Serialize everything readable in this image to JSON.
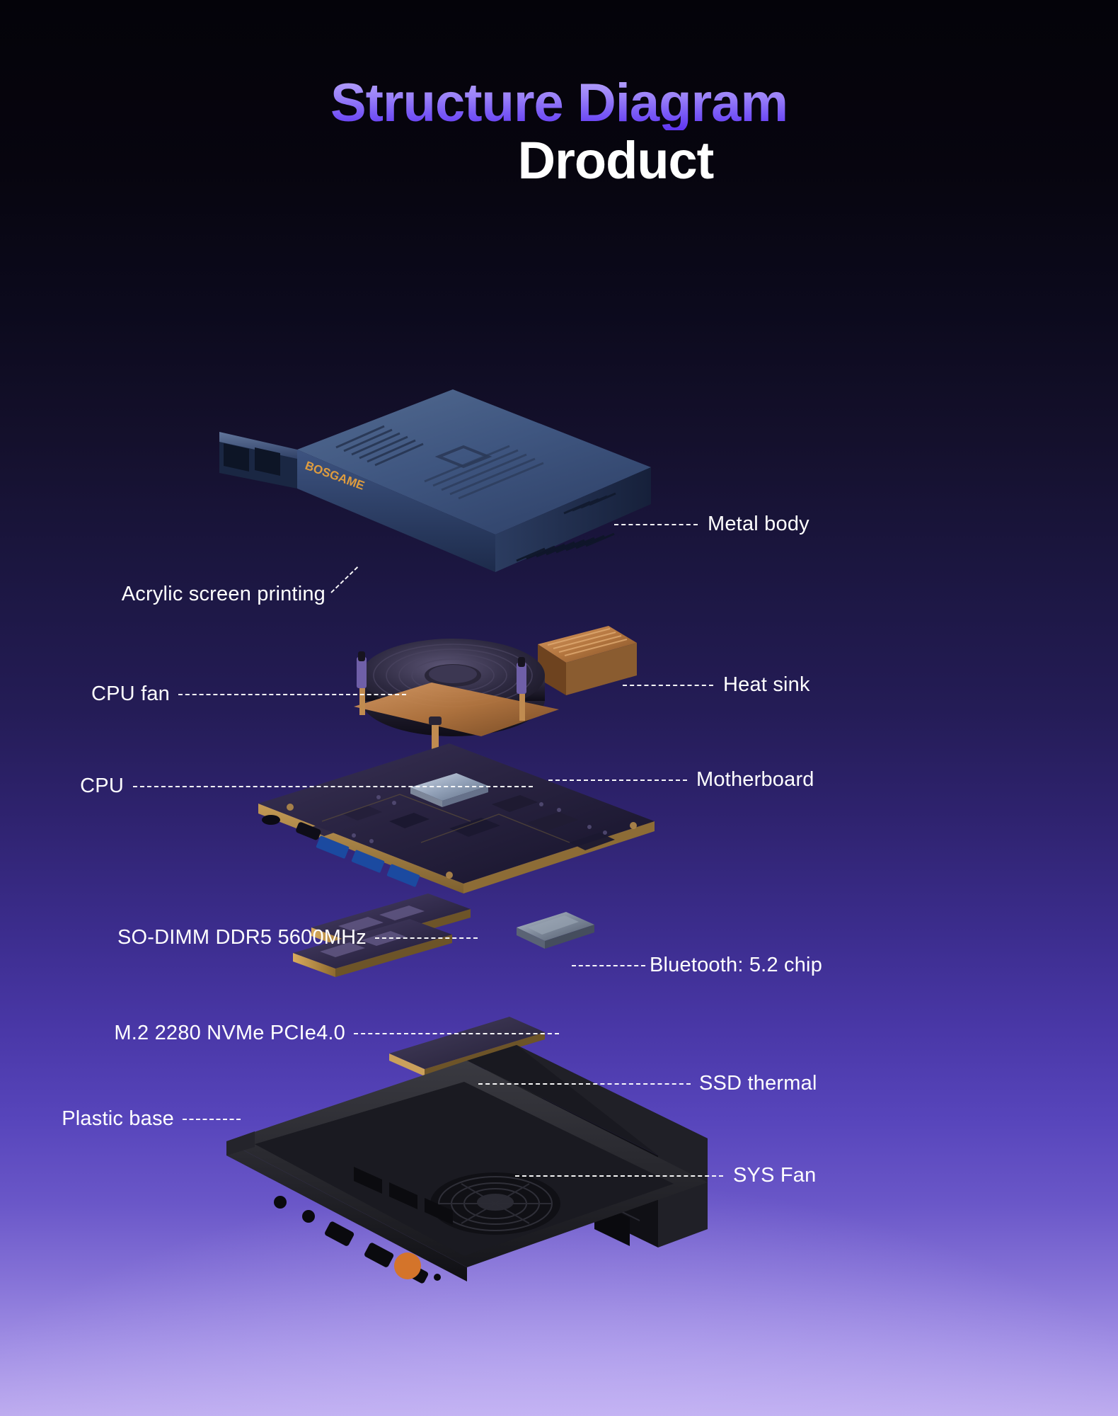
{
  "title": {
    "line1": "Structure Diagram",
    "line2": "Droduct",
    "gradient_top": "#b9a6fb",
    "gradient_bottom": "#5f34f2",
    "line2_color": "#ffffff"
  },
  "background": {
    "top_color": "#040309",
    "mid_color": "#2f2370",
    "bottom_color": "#bcaaee"
  },
  "callouts": {
    "left": [
      {
        "label": "Acrylic screen printing"
      },
      {
        "label": "CPU fan"
      },
      {
        "label": "CPU"
      },
      {
        "label": "SO-DIMM DDR5 5600MHz"
      },
      {
        "label": "M.2 2280 NVMe PCIe4.0"
      },
      {
        "label": "Plastic base"
      }
    ],
    "right": [
      {
        "label": "Metal body"
      },
      {
        "label": "Heat sink"
      },
      {
        "label": "Motherboard"
      },
      {
        "label": "Bluetooth: 5.2 chip"
      },
      {
        "label": "SSD thermal"
      },
      {
        "label": "SYS Fan"
      }
    ]
  },
  "product": {
    "brand_text": "BOSGAME",
    "label_color": "#ffffff",
    "leader_style": "dashed"
  }
}
